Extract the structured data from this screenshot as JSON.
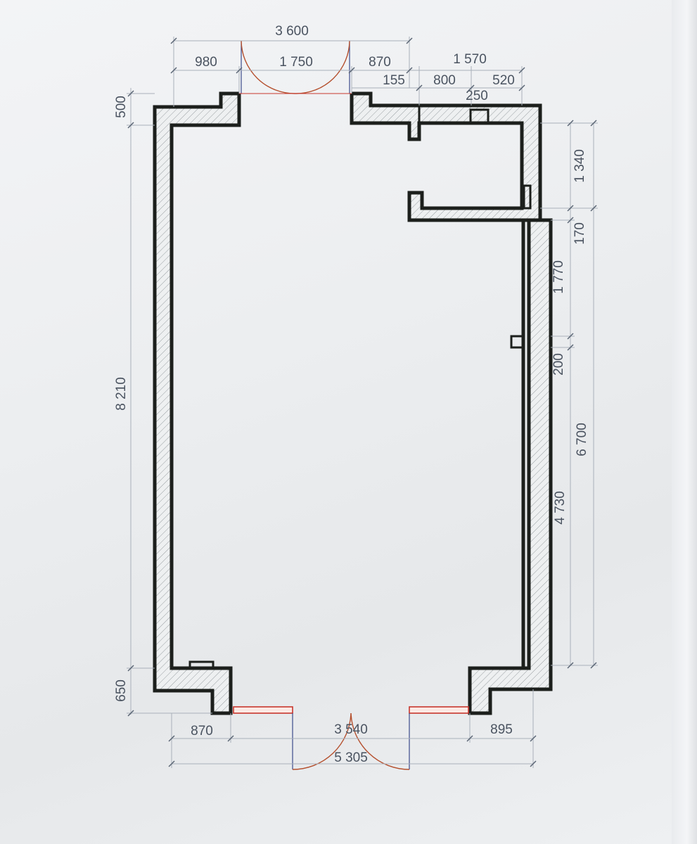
{
  "plan": {
    "dimensions_top": {
      "overall": "3 600",
      "left_segment": "980",
      "door_opening": "1 750",
      "right_segment": "870",
      "right_wing": "1 570",
      "pier": "155",
      "recess": "800",
      "right_end": "520",
      "vent": "250"
    },
    "dimensions_left": {
      "top_offset": "500",
      "overall_height": "8 210",
      "bottom_offset": "650"
    },
    "dimensions_right": {
      "upper_room": "1 340",
      "wall_step": "170",
      "upper_wall": "1 770",
      "column": "200",
      "lower_wall": "4 730",
      "total_right": "6 700"
    },
    "dimensions_bottom": {
      "left_segment": "870",
      "opening": "3 540",
      "right_segment": "895",
      "overall": "5 305"
    }
  }
}
